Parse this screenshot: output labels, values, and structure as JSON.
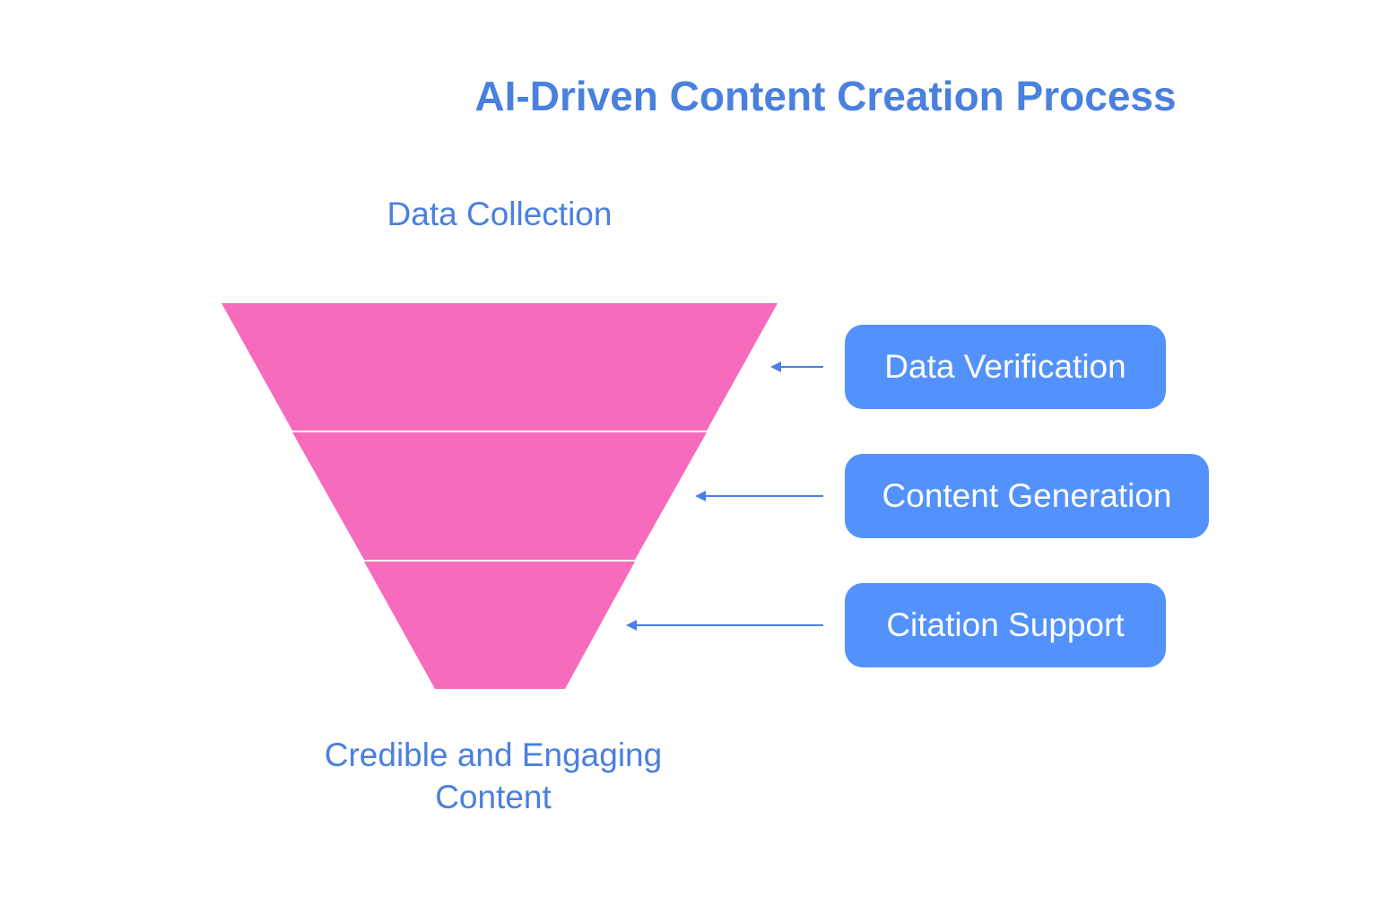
{
  "title": "AI-Driven Content Creation Process",
  "top_label": "Data Collection",
  "bottom_label_line1": "Credible and Engaging",
  "bottom_label_line2": "Content",
  "stages": [
    {
      "label": "Data Verification",
      "arrow_icon": "arrow-left-icon"
    },
    {
      "label": "Content Generation",
      "arrow_icon": "arrow-left-icon"
    },
    {
      "label": "Citation Support",
      "arrow_icon": "arrow-left-icon"
    }
  ],
  "colors": {
    "title": "#4a80de",
    "funnel": "#f66bbb",
    "box": "#5392fd",
    "arrow": "#4a80de"
  }
}
